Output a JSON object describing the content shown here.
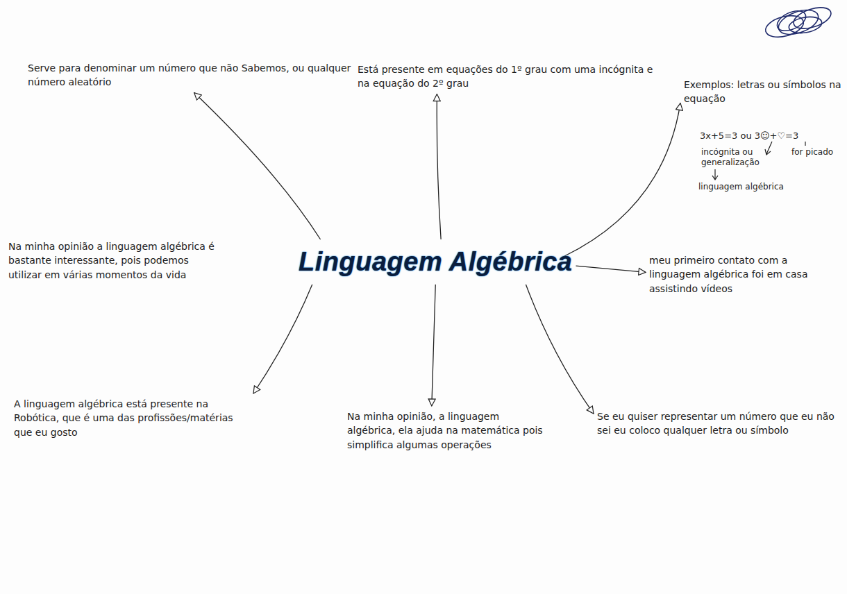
{
  "diagram": {
    "nodes": [
      {
        "text": [
          "Linguagem Algébrica"
        ]
      },
      {
        "text": [
          "Serve para denominar um número que não Sabemos, ou qualquer número aleatório"
        ]
      },
      {
        "text": [
          "Está presente em equações do 1º grau com uma incógnita e na equação do 2º grau"
        ]
      },
      {
        "text": [
          "Exemplos: letras ou símbolos na equação"
        ]
      },
      {
        "text": [
          "Na minha opinião a linguagem algébrica é bastante interessante, pois podemos utilizar em várias momentos da vida"
        ]
      },
      {
        "text": [
          "meu primeiro contato com a linguagem algébrica foi em casa assistindo vídeos"
        ]
      },
      {
        "text": [
          "A linguagem algébrica está presente na Robótica, que é uma das profissões/matérias que eu gosto"
        ]
      },
      {
        "text": [
          "Na minha opinião, a linguagem algébrica, ela ajuda na matemática pois simplifica algumas operações"
        ]
      },
      {
        "text": [
          "Se eu quiser representar um número que eu não sei eu coloco qualquer letra ou símbolo"
        ]
      }
    ],
    "edges": [
      {
        "from": 0,
        "to": 1,
        "arrow": "to"
      },
      {
        "from": 0,
        "to": 2,
        "arrow": "to"
      },
      {
        "from": 0,
        "to": 3,
        "arrow": "to"
      },
      {
        "from": 0,
        "to": 5,
        "arrow": "to"
      },
      {
        "from": 0,
        "to": 8,
        "arrow": "to"
      },
      {
        "from": 0,
        "to": 7,
        "arrow": "to"
      },
      {
        "from": 0,
        "to": 6,
        "arrow": "to"
      }
    ],
    "labels": [
      "3x+5=3 ou 3☺+♡=3",
      "incógnita ou generalização",
      "linguagem algébrica",
      "for picado"
    ]
  }
}
